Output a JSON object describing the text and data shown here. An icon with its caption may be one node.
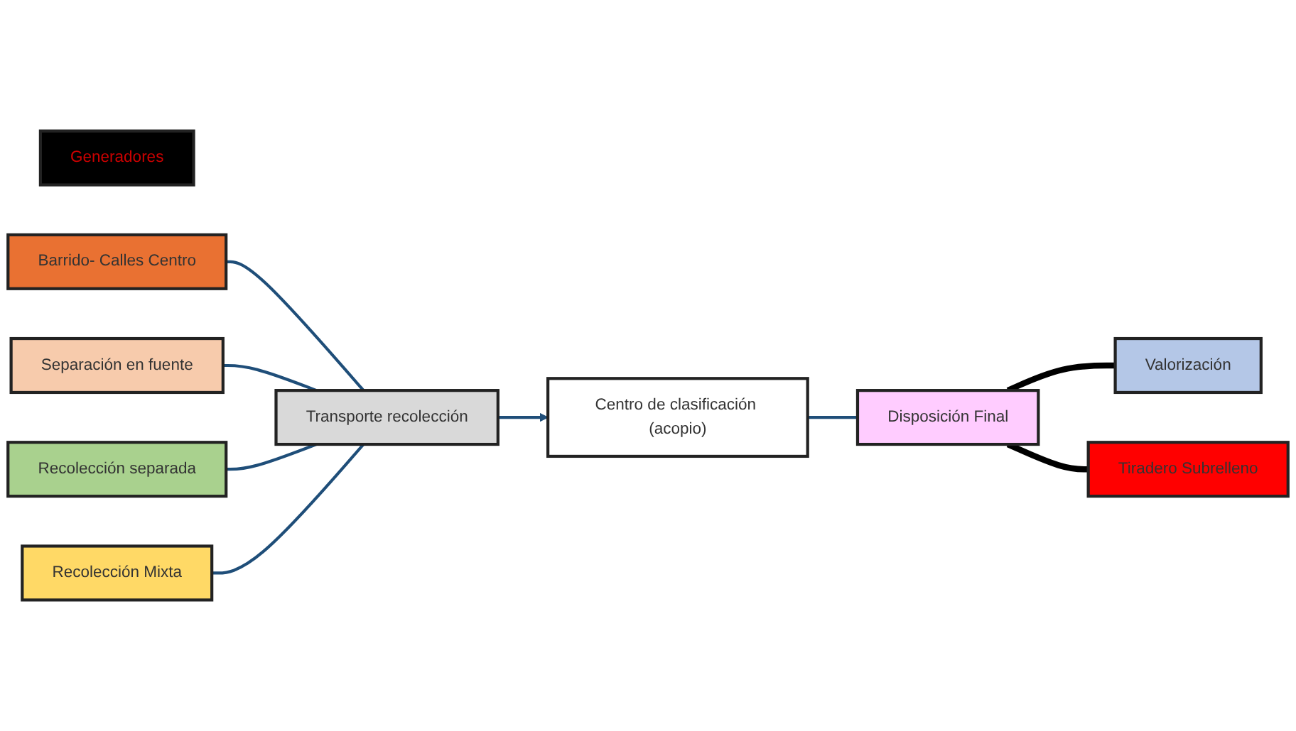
{
  "diagram": {
    "nodes": [
      {
        "text": [
          "Generadores"
        ]
      },
      {
        "text": [
          "Barrido- Calles Centro"
        ]
      },
      {
        "text": [
          "Separación en fuente"
        ]
      },
      {
        "text": [
          "Recolección separada"
        ]
      },
      {
        "text": [
          "Recolección Mixta"
        ]
      },
      {
        "text": [
          "Transporte recolección"
        ]
      },
      {
        "text": [
          "Centro de clasificación (acopio)"
        ]
      },
      {
        "text": [
          "Disposición Final"
        ]
      },
      {
        "text": [
          "Valorización"
        ]
      },
      {
        "text": [
          "Tiradero Subrelleno"
        ]
      }
    ],
    "edges": [
      {
        "from": 1,
        "to": 5,
        "arrow": "none"
      },
      {
        "from": 2,
        "to": 5,
        "arrow": "none"
      },
      {
        "from": 3,
        "to": 5,
        "arrow": "none"
      },
      {
        "from": 4,
        "to": 5,
        "arrow": "none"
      },
      {
        "from": 5,
        "to": 6,
        "arrow": "to"
      },
      {
        "from": 6,
        "to": 7,
        "arrow": "none"
      },
      {
        "from": 7,
        "to": 8,
        "arrow": "none",
        "style": "thick",
        "color": "#000000"
      },
      {
        "from": 7,
        "to": 9,
        "arrow": "none",
        "style": "thick",
        "color": "#000000"
      }
    ]
  }
}
